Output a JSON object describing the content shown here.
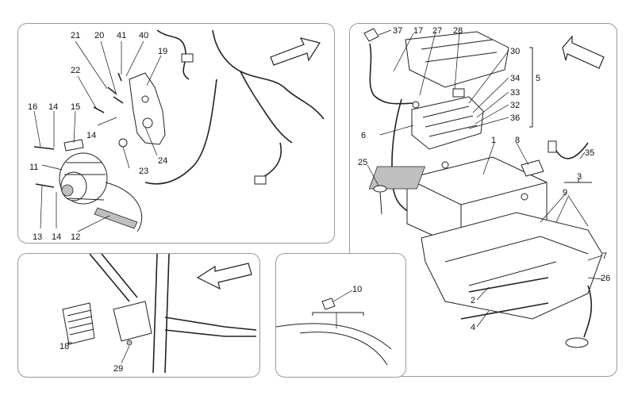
{
  "panel_alternator": {
    "labels": [
      "21",
      "20",
      "41",
      "40",
      "19",
      "22",
      "16",
      "14",
      "15",
      "14",
      "11",
      "23",
      "24",
      "13",
      "14",
      "12"
    ]
  },
  "panel_battery": {
    "labels": [
      "37",
      "17",
      "27",
      "28",
      "30",
      "34",
      "5",
      "33",
      "32",
      "36",
      "6",
      "1",
      "8",
      "35",
      "25",
      "3",
      "9",
      "7",
      "26",
      "2",
      "4"
    ]
  },
  "panel_module": {
    "labels": [
      "18",
      "29"
    ]
  },
  "panel_sensor": {
    "labels": [
      "10"
    ]
  }
}
